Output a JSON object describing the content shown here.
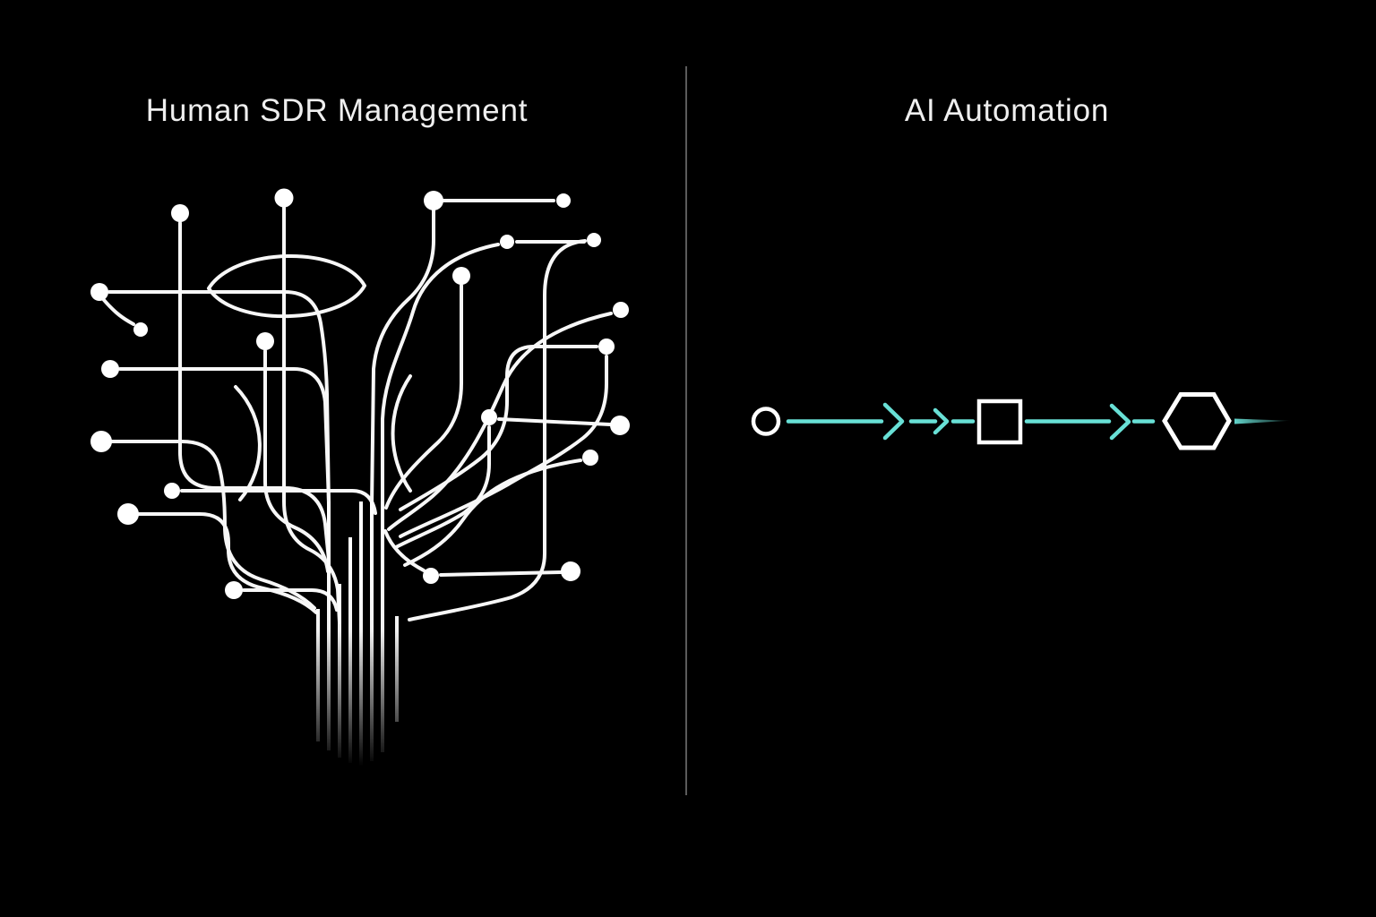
{
  "page": {
    "background_color": "#000000"
  },
  "left_panel": {
    "title": "Human SDR Management",
    "graphic": {
      "description": "Tangled white network tree of curved lines converging into a fading trunk, with round endpoint nodes",
      "line_color": "#FFFFFF",
      "node_color": "#FFFFFF"
    }
  },
  "divider": {
    "color": "#8F8F8F"
  },
  "right_panel": {
    "title": "AI Automation",
    "flow": {
      "steps": [
        "circle",
        "arrow",
        "arrow",
        "square",
        "arrow",
        "hexagon"
      ],
      "shape_outline_color": "#FFFFFF"
    }
  },
  "colors": {
    "accent_teal": "#68E0D6",
    "line_white": "#FFFFFF",
    "divider_gray": "#8F8F8F",
    "background": "#000000"
  }
}
